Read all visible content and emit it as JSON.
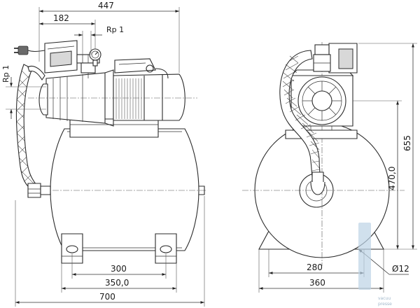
{
  "dimensions": {
    "overall_height_top": "447",
    "pump_offset": "182",
    "outlet_thread": "Rp 1",
    "inlet_thread": "Rp 1",
    "foot_span": "300",
    "foot_outer": "350,0",
    "total_length": "700",
    "total_height": "655",
    "axis_height": "470,0",
    "side_foot_span": "280",
    "side_base_width": "360",
    "hole_diameter": "Ø12"
  },
  "colors": {
    "line": "#2b2b2b",
    "background": "#ffffff",
    "watermark": "#bcd3e6"
  }
}
